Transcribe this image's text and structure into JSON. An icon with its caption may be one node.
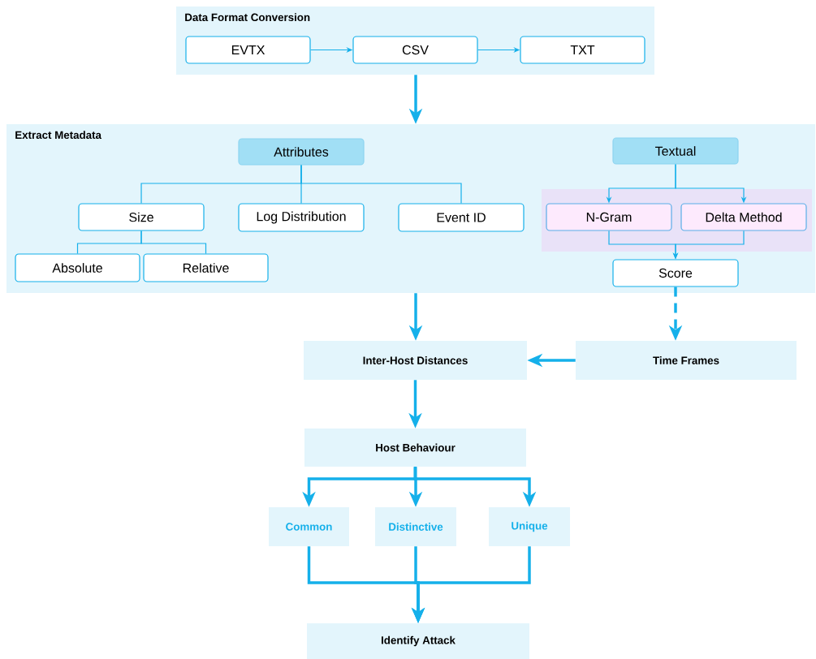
{
  "diagram": {
    "nodes": [
      {
        "text": [
          "Data Format Conversion"
        ]
      },
      {
        "text": [
          "EVTX"
        ],
        "in": 0
      },
      {
        "text": [
          "CSV"
        ],
        "in": 0
      },
      {
        "text": [
          "TXT"
        ],
        "in": 0
      },
      {
        "text": [
          "Extract Metadata"
        ]
      },
      {
        "text": [
          "Attributes"
        ],
        "in": 4
      },
      {
        "text": [
          "Textual"
        ],
        "in": 4
      },
      {
        "text": [
          "Size"
        ],
        "in": 4
      },
      {
        "text": [
          "Log Distribution"
        ],
        "in": 4
      },
      {
        "text": [
          "Event ID"
        ],
        "in": 4
      },
      {
        "text": [],
        "shape": "box",
        "in": 4
      },
      {
        "text": [
          "N-Gram"
        ],
        "in": 10
      },
      {
        "text": [
          "Delta Method"
        ],
        "in": 10
      },
      {
        "text": [
          "Absolute"
        ],
        "in": 4
      },
      {
        "text": [
          "Relative"
        ],
        "in": 4
      },
      {
        "text": [
          "Score"
        ],
        "in": 4
      },
      {
        "text": [
          "Inter-Host Distances"
        ]
      },
      {
        "text": [
          "Time Frames"
        ]
      },
      {
        "text": [
          "Host Behaviour"
        ]
      },
      {
        "text": [
          "Common"
        ]
      },
      {
        "text": [
          "Distinctive"
        ]
      },
      {
        "text": [
          "Unique"
        ]
      },
      {
        "text": [
          "Identify Attack"
        ]
      }
    ],
    "edges": [
      {
        "from": 1,
        "to": 2,
        "arrow": "to"
      },
      {
        "from": 2,
        "to": 3,
        "arrow": "to"
      },
      {
        "from": 0,
        "to": 4,
        "arrow": "to",
        "style": "thick"
      },
      {
        "from": 5,
        "to": 7,
        "arrow": "none"
      },
      {
        "from": 5,
        "to": 8,
        "arrow": "none"
      },
      {
        "from": 5,
        "to": 9,
        "arrow": "none"
      },
      {
        "from": 7,
        "to": 13,
        "arrow": "none"
      },
      {
        "from": 7,
        "to": 14,
        "arrow": "none"
      },
      {
        "from": 6,
        "to": 11,
        "arrow": "to"
      },
      {
        "from": 6,
        "to": 12,
        "arrow": "to"
      },
      {
        "from": 11,
        "to": 15,
        "arrow": "to"
      },
      {
        "from": 12,
        "to": 15,
        "arrow": "to"
      },
      {
        "from": 15,
        "to": 17,
        "arrow": "to",
        "style": "dashed"
      },
      {
        "from": 4,
        "to": 16,
        "arrow": "to",
        "style": "thick"
      },
      {
        "from": 17,
        "to": 16,
        "arrow": "to",
        "style": "thick"
      },
      {
        "from": 16,
        "to": 18,
        "arrow": "to",
        "style": "thick"
      },
      {
        "from": 18,
        "to": 19,
        "arrow": "to",
        "style": "thick"
      },
      {
        "from": 18,
        "to": 20,
        "arrow": "to",
        "style": "thick"
      },
      {
        "from": 18,
        "to": 21,
        "arrow": "to",
        "style": "thick"
      },
      {
        "from": 19,
        "to": 22,
        "arrow": "to",
        "style": "thick"
      },
      {
        "from": 20,
        "to": 22,
        "arrow": "to",
        "style": "thick"
      },
      {
        "from": 21,
        "to": 22,
        "arrow": "to",
        "style": "thick"
      }
    ]
  }
}
